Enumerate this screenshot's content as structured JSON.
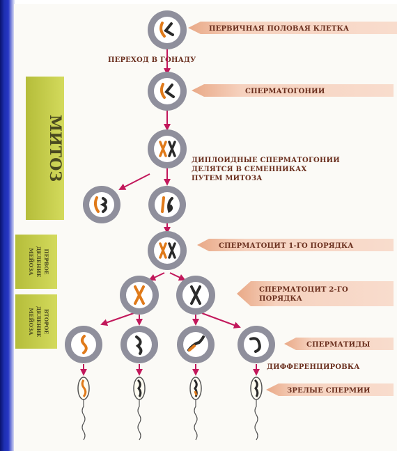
{
  "colors": {
    "background": "#1a2aa8",
    "panel": "#fbfaf6",
    "arrow_band": "#f3c7b0",
    "label_text": "#6a2f1e",
    "side_box": "#c8cf4a",
    "arrow": "#c2185b",
    "cell_ring": "#8f8f9c",
    "cell_inner": "#ffffff",
    "chromosome_orange": "#e07a1a",
    "chromosome_dark": "#2a2a2a"
  },
  "labels": {
    "primordial": "ПЕРВИЧНАЯ ПОЛОВАЯ КЛЕТКА",
    "transition": "ПЕРЕХОД В ГОНАДУ",
    "spermatogonia": "СПЕРМАТОГОНИИ",
    "diploid_line1": "ДИПЛОИДНЫЕ СПЕРМАТОГОНИИ",
    "diploid_line2": "ДЕЛЯТСЯ В СЕМЕННИКАХ",
    "diploid_line3": "ПУТЕМ МИТОЗА",
    "spermatocyte1": "СПЕРМАТОЦИТ 1-ГО ПОРЯДКА",
    "spermatocyte2_line1": "СПЕРМАТОЦИТ 2-ГО",
    "spermatocyte2_line2": "ПОРЯДКА",
    "spermatids": "СПЕРМАТИДЫ",
    "differentiation": "ДИФФЕРЕНЦИРОВКА",
    "mature": "ЗРЕЛЫЕ СПЕРМИИ"
  },
  "side_boxes": {
    "mitosis": "МИТОЗ",
    "meiosis1_line1": "ПЕРВОЕ",
    "meiosis1_line2": "ДЕЛЕНИЕ",
    "meiosis1_line3": "МЕЙОЗА",
    "meiosis2_line1": "ВТОРОЕ",
    "meiosis2_line2": "ДЕЛЕНИЕ",
    "meiosis2_line3": "МЕЙОЗА"
  }
}
